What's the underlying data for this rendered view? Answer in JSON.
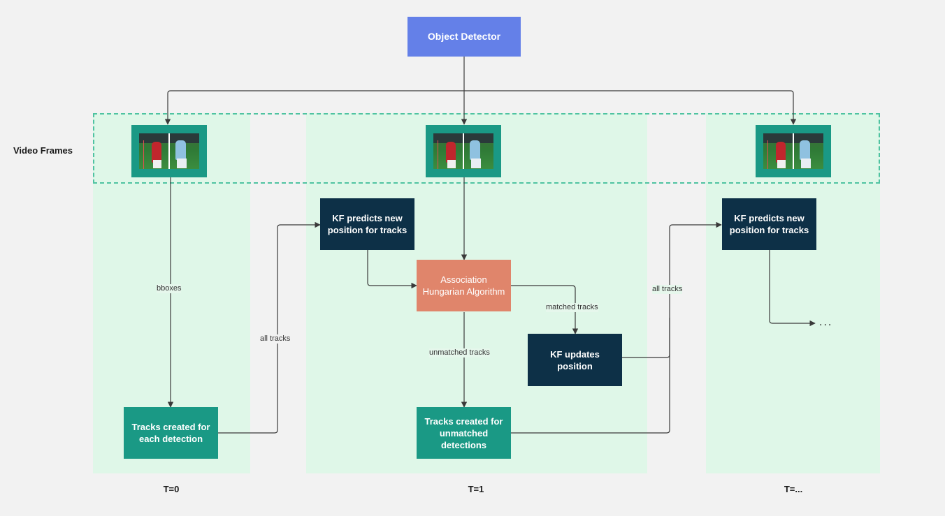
{
  "detector": {
    "label": "Object Detector"
  },
  "row_label": "Video Frames",
  "time_labels": [
    "T=0",
    "T=1",
    "T=..."
  ],
  "frames": [
    {
      "image": "video-frame-thumbnail"
    },
    {
      "image": "video-frame-thumbnail"
    },
    {
      "image": "video-frame-thumbnail"
    }
  ],
  "nodes": {
    "tracks_created_t0": "Tracks created for each detection",
    "kf_predict_t1": "KF predicts new position for tracks",
    "association": "Association Hungarian Algorithm",
    "kf_update": "KF updates position",
    "tracks_created_unmatched": "Tracks created for unmatched detections",
    "kf_predict_t2": "KF predicts new position for tracks"
  },
  "edge_labels": {
    "bboxes": "bboxes",
    "all_tracks_1": "all tracks",
    "matched_tracks": "matched tracks",
    "unmatched_tracks": "unmatched tracks",
    "all_tracks_2": "all tracks"
  },
  "continuation": "...",
  "colors": {
    "background": "#f2f2f2",
    "lane": "#dff7e8",
    "dashed_band": "#4fc3a1",
    "detector": "#6480e8",
    "dark_node": "#0d3047",
    "teal_node": "#1a9985",
    "association_node": "#e0856b",
    "connector": "#3a3a3a"
  }
}
